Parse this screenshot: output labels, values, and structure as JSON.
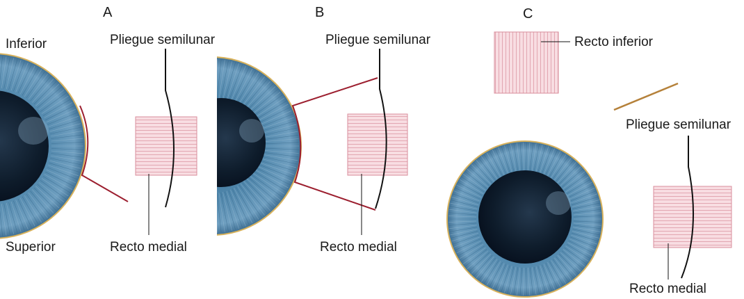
{
  "panels": [
    {
      "letter": "A",
      "labels": {
        "top_left": "Inferior",
        "bottom_left": "Superior",
        "fold": "Pliegue semilunar",
        "medial_rectus": "Recto medial"
      }
    },
    {
      "letter": "B",
      "labels": {
        "fold": "Pliegue semilunar",
        "medial_rectus": "Recto medial"
      }
    },
    {
      "letter": "C",
      "labels": {
        "inferior_rectus": "Recto inferior",
        "fold": "Pliegue semilunar",
        "medial_rectus": "Recto medial"
      }
    }
  ],
  "colors": {
    "iris": "#4f86ab",
    "iris_dark": "#2e5f82",
    "pupil": "#0e1c2b",
    "muscle_fill": "#f8dde2",
    "muscle_stripe": "#d98e9c",
    "conjunctiva_line": "#9c1f2f",
    "limbus_rim": "#d8b25c",
    "fold_line": "#111111"
  }
}
